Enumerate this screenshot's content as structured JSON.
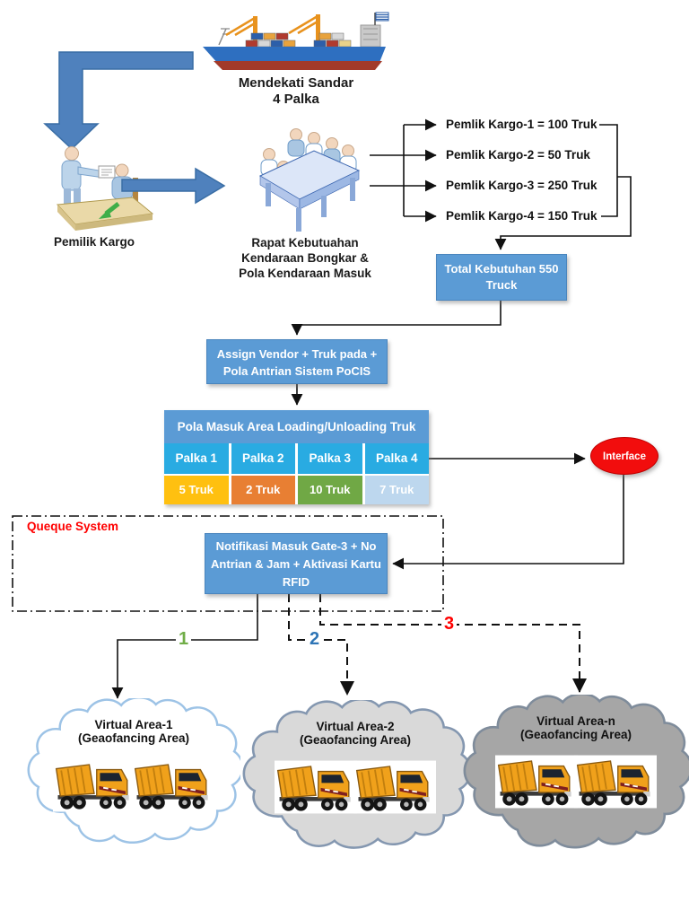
{
  "ship": {
    "caption_lines": [
      "Mendekati Sandar",
      "4 Palka"
    ]
  },
  "pemilik_kargo": {
    "label": "Pemilik Kargo"
  },
  "meeting": {
    "caption_lines": [
      "Rapat Kebutuahan",
      "Kendaraan Bongkar &",
      "Pola Kendaraan Masuk"
    ]
  },
  "cargo_owners": [
    {
      "label": "Pemlik Kargo-1 = 100 Truk"
    },
    {
      "label": "Pemlik Kargo-2 = 50 Truk"
    },
    {
      "label": "Pemlik Kargo-3 = 250 Truk"
    },
    {
      "label": "Pemlik Kargo-4 = 150 Truk"
    }
  ],
  "total_box": {
    "lines": [
      "Total Kebutuhan 550",
      "Truck"
    ]
  },
  "assign_box": {
    "lines": [
      "Assign Vendor + Truk pada +",
      "Pola Antrian Sistem PoCIS"
    ]
  },
  "pola_table": {
    "header": "Pola Masuk Area Loading/Unloading Truk",
    "header_color": "#5b9bd5",
    "palka_row_color": "#29abe2",
    "columns": [
      {
        "palka": "Palka 1",
        "truk": "5 Truk",
        "truk_color": "#ffc010"
      },
      {
        "palka": "Palka 2",
        "truk": "2 Truk",
        "truk_color": "#e87f33"
      },
      {
        "palka": "Palka 3",
        "truk": "10 Truk",
        "truk_color": "#70a845"
      },
      {
        "palka": "Palka 4",
        "truk": "7 Truk",
        "truk_color": "#bdd7ee"
      }
    ]
  },
  "interface_node": {
    "label": "Interface",
    "color": "#f20d0d"
  },
  "queue_system": {
    "label": "Queque System",
    "label_color": "#ff0000",
    "notification_box": {
      "lines": [
        "Notifikasi Masuk Gate-3 + No",
        "Antrian & Jam + Aktivasi Kartu",
        "RFID"
      ]
    }
  },
  "route_labels": [
    {
      "label": "1",
      "color": "#70ad47"
    },
    {
      "label": "2",
      "color": "#2e75b6"
    },
    {
      "label": "3",
      "color": "#ff0000"
    }
  ],
  "clouds": [
    {
      "title": "Virtual Area-1",
      "subtitle": "(Geaofancing Area)",
      "fill": "#ffffff",
      "stroke": "#9dc3e6"
    },
    {
      "title": "Virtual Area-2",
      "subtitle": "(Geaofancing Area)",
      "fill": "#d9d9d9",
      "stroke": "#8497b0"
    },
    {
      "title": "Virtual Area-n",
      "subtitle": "(Geaofancing Area)",
      "fill": "#a6a6a6",
      "stroke": "#7f8c9b"
    }
  ],
  "colors": {
    "process_box": "#5b9bd5",
    "flow_arrow_blue": "#4f81bd"
  },
  "illustrations": {
    "ship": "cargo-ship",
    "meeting": "meeting-around-table",
    "desk": "cargo-owner-handover-desk",
    "truck": "orange-dump-truck"
  }
}
